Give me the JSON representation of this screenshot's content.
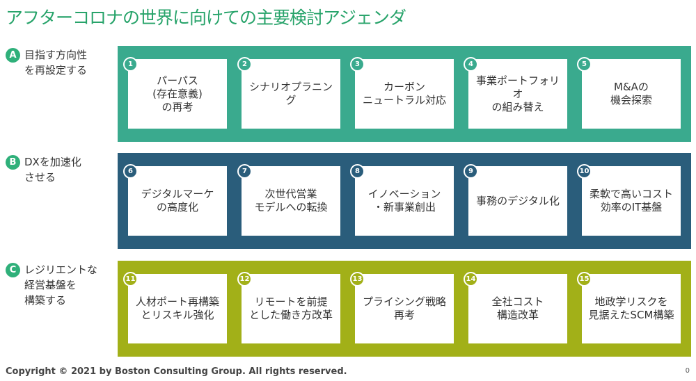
{
  "title": "アフターコロナの世界に向けての主要検討アジェンダ",
  "rows": [
    {
      "letter": "A",
      "label": "目指す方向性\nを再設定する",
      "items": [
        {
          "num": "1",
          "text": "パーパス\n(存在意義)\nの再考"
        },
        {
          "num": "2",
          "text": "シナリオプラニング"
        },
        {
          "num": "3",
          "text": "カーボン\nニュートラル対応"
        },
        {
          "num": "4",
          "text": "事業ポートフォリオ\nの組み替え"
        },
        {
          "num": "5",
          "text": "M&Aの\n機会探索"
        }
      ]
    },
    {
      "letter": "B",
      "label": "DXを加速化\nさせる",
      "items": [
        {
          "num": "6",
          "text": "デジタルマーケ\nの高度化"
        },
        {
          "num": "7",
          "text": "次世代営業\nモデルへの転換"
        },
        {
          "num": "8",
          "text": "イノベーション\n・新事業創出"
        },
        {
          "num": "9",
          "text": "事務のデジタル化"
        },
        {
          "num": "10",
          "text": "柔軟で高いコスト\n効率のIT基盤"
        }
      ]
    },
    {
      "letter": "C",
      "label": "レジリエントな\n経営基盤を\n構築する",
      "items": [
        {
          "num": "11",
          "text": "人材ポート再構築\nとリスキル強化"
        },
        {
          "num": "12",
          "text": "リモートを前提\nとした働き方改革"
        },
        {
          "num": "13",
          "text": "プライシング戦略\n再考"
        },
        {
          "num": "14",
          "text": "全社コスト\n構造改革"
        },
        {
          "num": "15",
          "text": "地政学リスクを\n見据えたSCM構築"
        }
      ]
    }
  ],
  "footer": "Copyright © 2021 by Boston Consulting Group. All rights reserved.",
  "page_number": "0",
  "colors": {
    "green": "#3aaa8e",
    "blue": "#2a5d7b",
    "olive": "#a2b018",
    "title_green": "#27a36a"
  }
}
